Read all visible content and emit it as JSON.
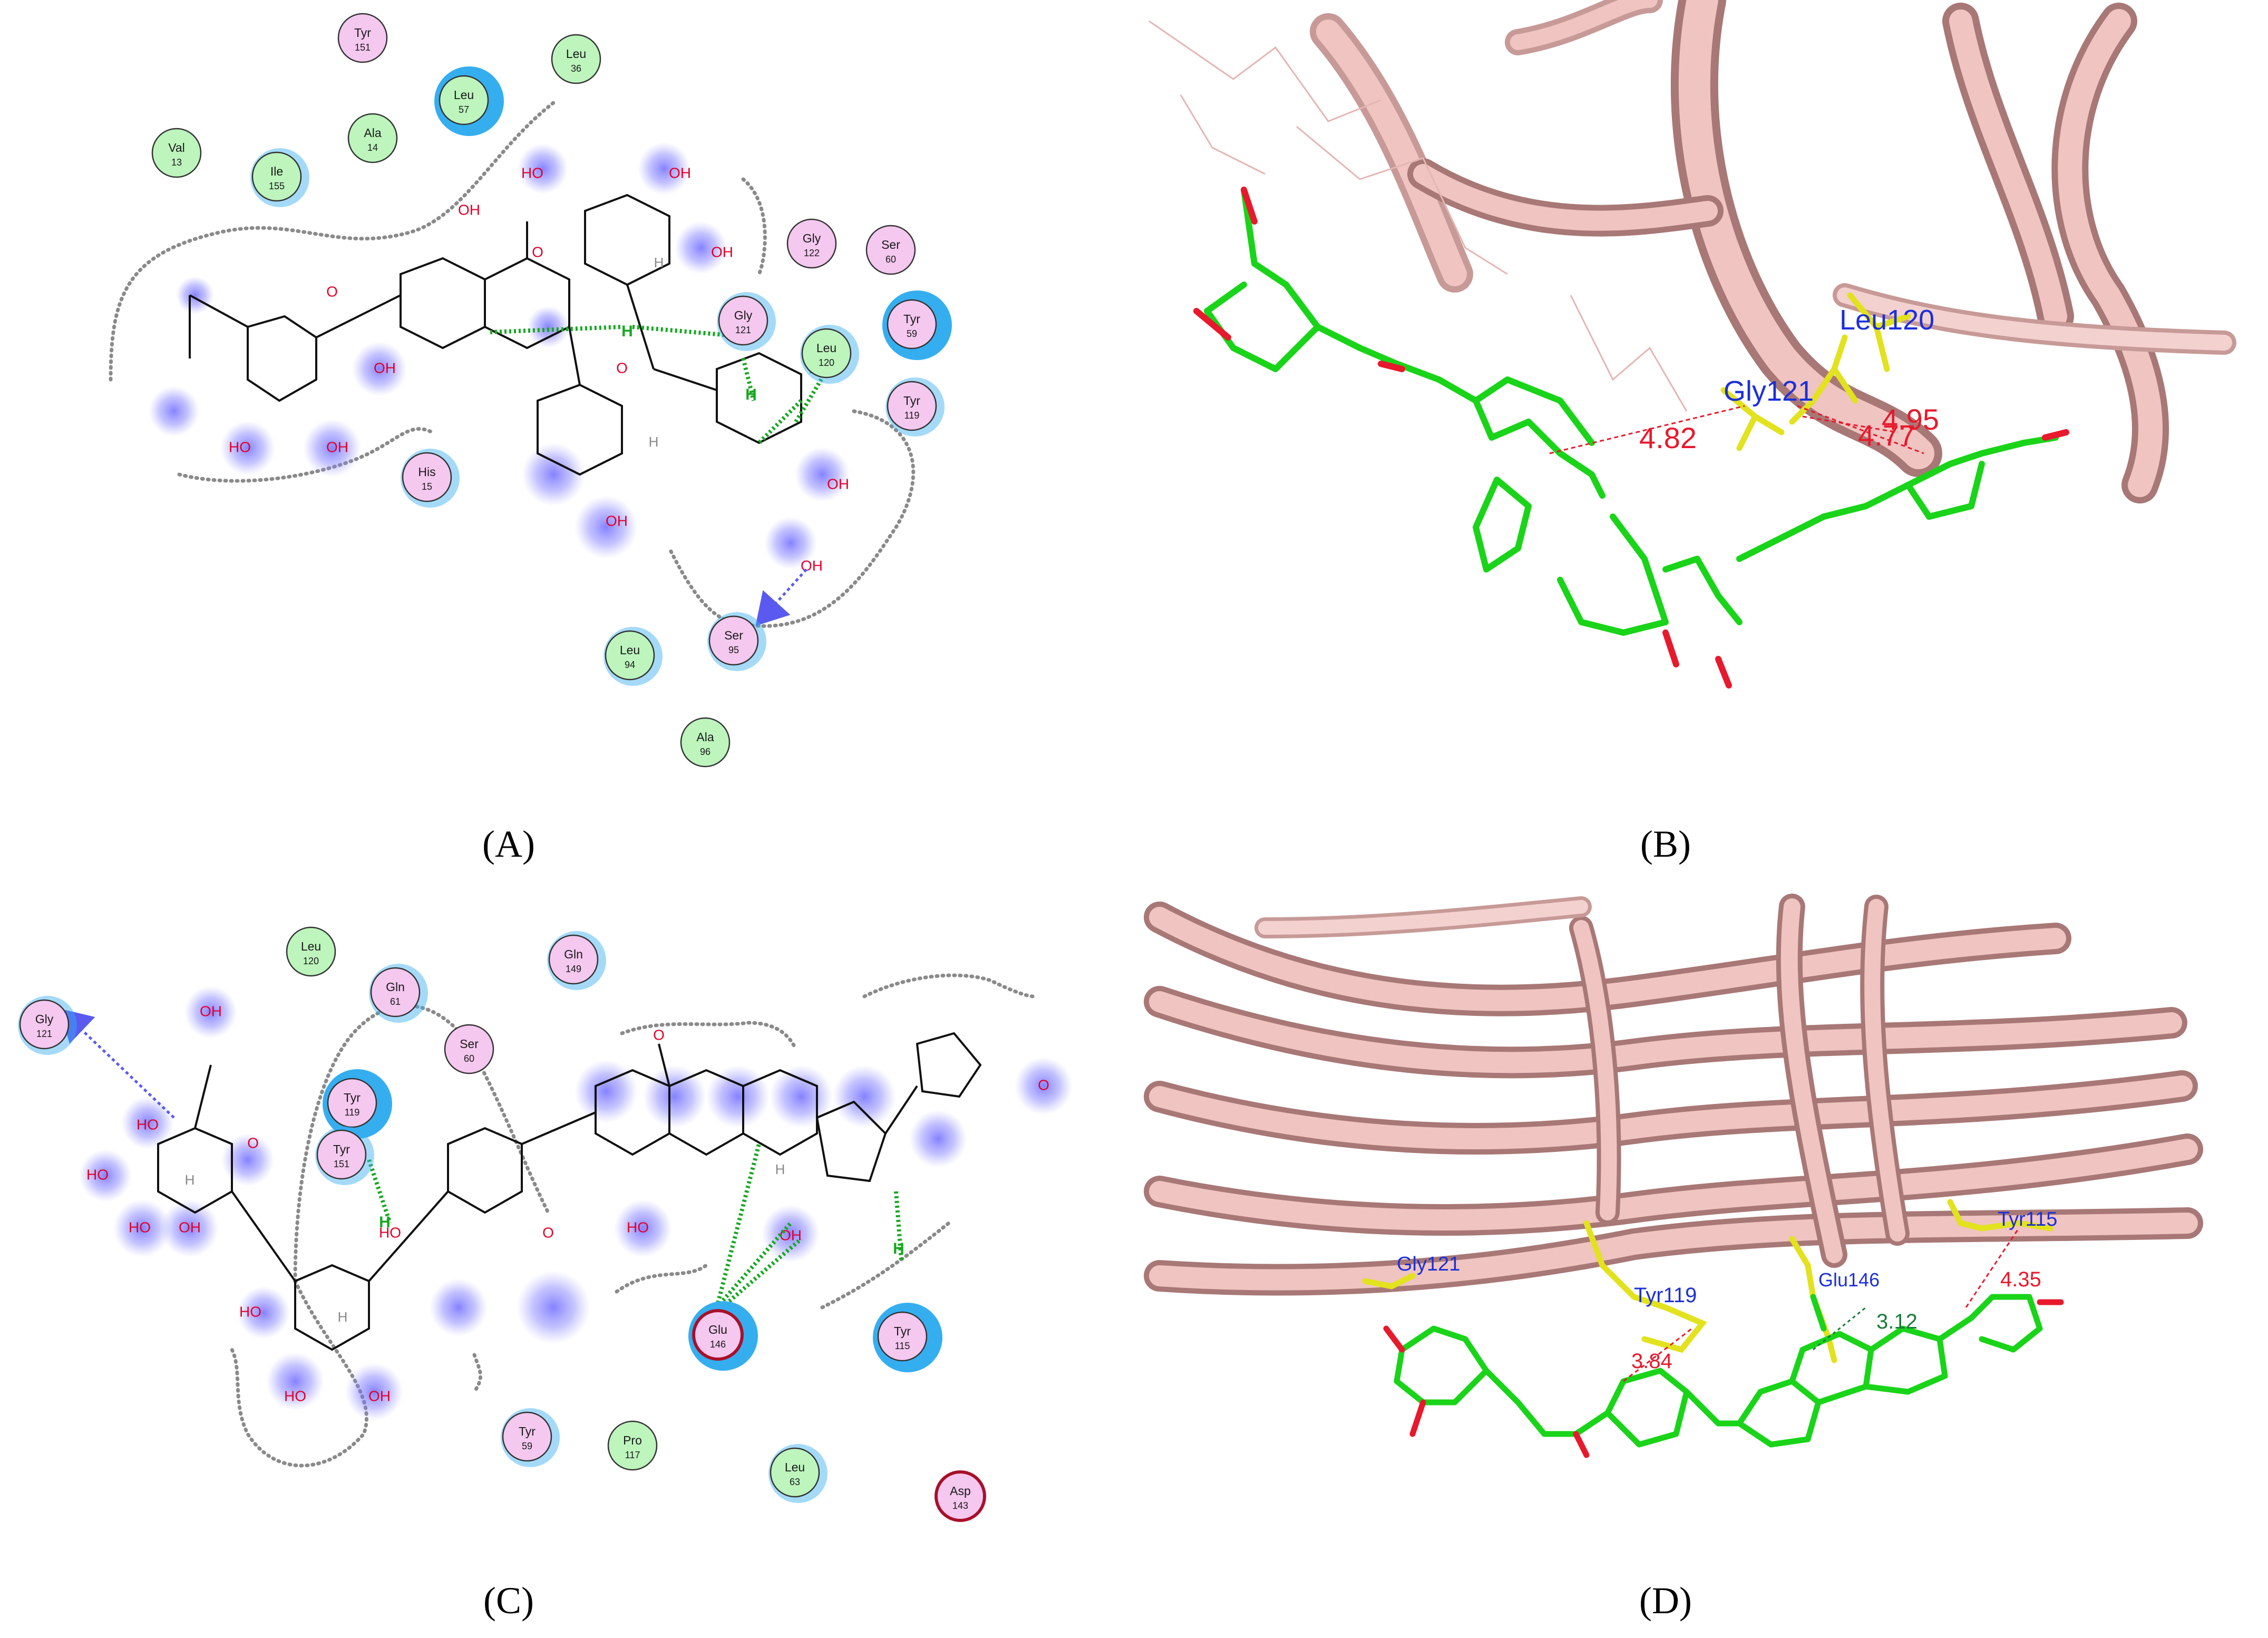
{
  "panels": {
    "A": {
      "label": "(A)",
      "residues": [
        {
          "name": "Tyr",
          "num": "151",
          "kind": "polar",
          "exposure": "none"
        },
        {
          "name": "Leu",
          "num": "36",
          "kind": "hydrophobic",
          "exposure": "none"
        },
        {
          "name": "Leu",
          "num": "57",
          "kind": "hydrophobic",
          "exposure": "high"
        },
        {
          "name": "Ala",
          "num": "14",
          "kind": "hydrophobic",
          "exposure": "none"
        },
        {
          "name": "Val",
          "num": "13",
          "kind": "hydrophobic",
          "exposure": "none"
        },
        {
          "name": "Ile",
          "num": "155",
          "kind": "hydrophobic",
          "exposure": "low"
        },
        {
          "name": "Gly",
          "num": "122",
          "kind": "polar",
          "exposure": "none"
        },
        {
          "name": "Ser",
          "num": "60",
          "kind": "polar",
          "exposure": "none"
        },
        {
          "name": "Tyr",
          "num": "59",
          "kind": "polar",
          "exposure": "high"
        },
        {
          "name": "Gly",
          "num": "121",
          "kind": "polar",
          "exposure": "low"
        },
        {
          "name": "Leu",
          "num": "120",
          "kind": "hydrophobic",
          "exposure": "low"
        },
        {
          "name": "Tyr",
          "num": "119",
          "kind": "polar",
          "exposure": "low"
        },
        {
          "name": "His",
          "num": "15",
          "kind": "polar",
          "exposure": "low"
        },
        {
          "name": "Leu",
          "num": "94",
          "kind": "hydrophobic",
          "exposure": "low"
        },
        {
          "name": "Ser",
          "num": "95",
          "kind": "polar",
          "exposure": "low"
        },
        {
          "name": "Ala",
          "num": "96",
          "kind": "hydrophobic",
          "exposure": "none"
        }
      ]
    },
    "B": {
      "label": "(B)",
      "residue_labels": [
        "Leu120",
        "Gly121"
      ],
      "distances": [
        "4.82",
        "4.95",
        "4.77"
      ]
    },
    "C": {
      "label": "(C)",
      "residues": [
        {
          "name": "Leu",
          "num": "120",
          "kind": "hydrophobic",
          "exposure": "none"
        },
        {
          "name": "Gln",
          "num": "61",
          "kind": "polar",
          "exposure": "low"
        },
        {
          "name": "Gln",
          "num": "149",
          "kind": "polar",
          "exposure": "low"
        },
        {
          "name": "Gly",
          "num": "121",
          "kind": "polar",
          "exposure": "low"
        },
        {
          "name": "Ser",
          "num": "60",
          "kind": "polar",
          "exposure": "none"
        },
        {
          "name": "Tyr",
          "num": "119",
          "kind": "polar",
          "exposure": "high"
        },
        {
          "name": "Tyr",
          "num": "151",
          "kind": "polar",
          "exposure": "low"
        },
        {
          "name": "Glu",
          "num": "146",
          "kind": "acidic",
          "exposure": "high"
        },
        {
          "name": "Tyr",
          "num": "115",
          "kind": "polar",
          "exposure": "high"
        },
        {
          "name": "Tyr",
          "num": "59",
          "kind": "polar",
          "exposure": "low"
        },
        {
          "name": "Pro",
          "num": "117",
          "kind": "hydrophobic",
          "exposure": "none"
        },
        {
          "name": "Leu",
          "num": "63",
          "kind": "hydrophobic",
          "exposure": "low"
        },
        {
          "name": "Asp",
          "num": "143",
          "kind": "acidic",
          "exposure": "none"
        }
      ]
    },
    "D": {
      "label": "(D)",
      "residue_labels": [
        "Gly121",
        "Tyr119",
        "Glu146",
        "Tyr115"
      ],
      "distances": [
        "3.84",
        "3.12",
        "4.35"
      ]
    }
  },
  "atom_labels": {
    "oh": "OH",
    "ho": "HO",
    "o": "O",
    "h": "H"
  },
  "colors": {
    "polar": "#f4c8ef",
    "hydrophobic": "#bdf5bd",
    "acidic": "#f4c8ef",
    "acidic_ring": "#a8102a",
    "exposure": "#35aef0",
    "solvent_blob": "#6f6cff",
    "ribbon": "#e6b7b4",
    "ribbon_edge": "#9c6f6d",
    "ligand": "#19d419",
    "oxygen": "#e8192c",
    "residue_stick": "#e2e21e",
    "hbond": "#16a820",
    "arrow": "#5a5af0"
  }
}
